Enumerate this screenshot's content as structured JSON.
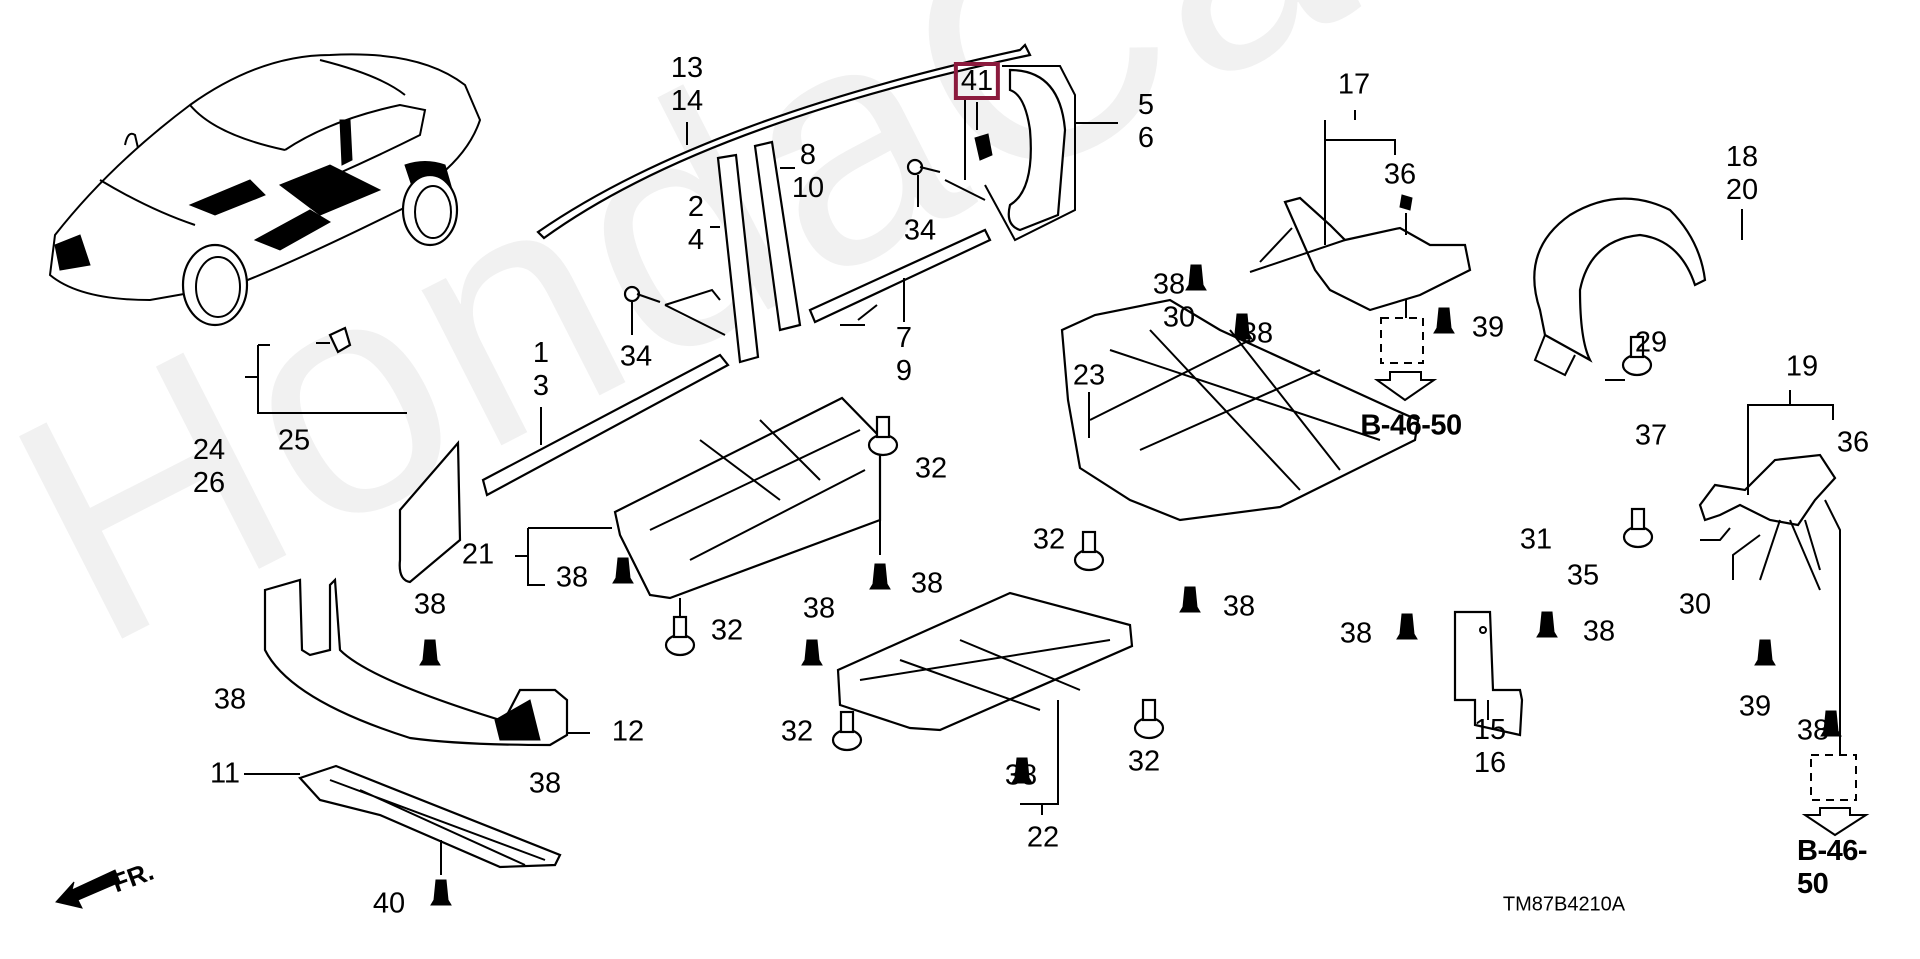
{
  "diagram": {
    "title": "Body side molding / under cover parts diagram",
    "watermark": "HondaCarMine.ru",
    "drawing_code": "TM87B4210A",
    "front_direction_label": "FR.",
    "highlighted_part": "41",
    "accent_color": "#8b1a3d",
    "reference_label": "B-46-50",
    "labels": {
      "p13_14": "13\n14",
      "p41": "41",
      "p5_6": "5\n6",
      "p8_10": "8\n10",
      "p2_4": "2\n4",
      "p34a": "34",
      "p34b": "34",
      "p7_9": "7\n9",
      "p1_3": "1\n3",
      "p17": "17",
      "p36a": "36",
      "p18_20": "18\n20",
      "p38a": "38",
      "p30a": "30",
      "p38b": "38",
      "p39a": "39",
      "p29": "29",
      "p37": "37",
      "p23": "23",
      "p24_26": "24\n26",
      "p25": "25",
      "p21": "21",
      "p38c": "38",
      "p32a": "32",
      "p38d": "38",
      "p32b": "32",
      "p32c": "32",
      "p38e": "38",
      "p38f": "38",
      "p31": "31",
      "p15_16": "15\n16",
      "p19": "19",
      "p36b": "36",
      "p35": "35",
      "p30b": "30",
      "p38g": "38",
      "p39b": "39",
      "p38h": "38",
      "p38i": "38",
      "p38j": "38",
      "p12": "12",
      "p38k": "38",
      "p11": "11",
      "p40": "40",
      "p38l": "38",
      "p32d": "32",
      "p38m": "38",
      "p32e": "32",
      "p22": "22"
    },
    "references": [
      "B-46-50",
      "B-46-50"
    ],
    "parts_index": [
      "1",
      "2",
      "3",
      "4",
      "5",
      "6",
      "7",
      "8",
      "9",
      "10",
      "11",
      "12",
      "13",
      "14",
      "15",
      "16",
      "17",
      "18",
      "19",
      "20",
      "21",
      "22",
      "23",
      "24",
      "25",
      "26",
      "29",
      "30",
      "31",
      "32",
      "34",
      "35",
      "36",
      "37",
      "38",
      "39",
      "40",
      "41"
    ]
  }
}
